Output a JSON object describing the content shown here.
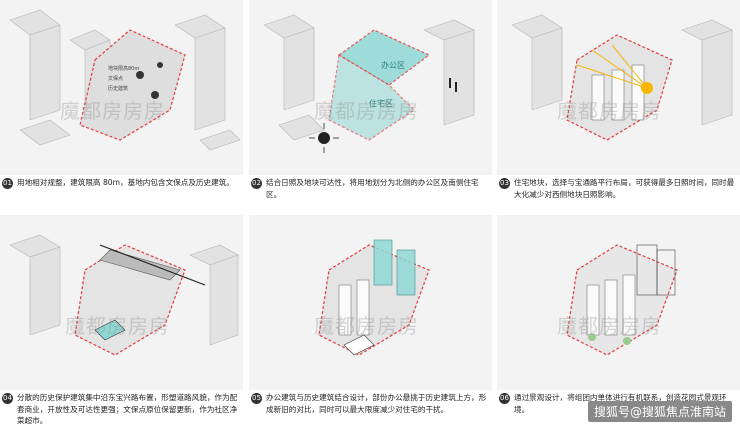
{
  "panels": [
    {
      "num": "01",
      "text": "用地相对规整，建筑限高 80m，基地内包含文保点及历史建筑。"
    },
    {
      "num": "02",
      "text": "结合日照及地块可达性，将用地划分为北侧的办公区及南侧住宅区。",
      "labels": {
        "office": "办公区",
        "residential": "住宅区"
      }
    },
    {
      "num": "03",
      "text": "住宅地块，选择与宝通路平行布局，可获得最多日照时间，同时最大化减少对西侧地块日照影响。"
    },
    {
      "num": "04",
      "text": "分散的历史保护建筑集中沿东宝兴路布置，形塑道路风貌，作为配套商业，开放性及可达性更强；文保点原位保留更新，作为社区净菜超市。"
    },
    {
      "num": "05",
      "text": "办公建筑与历史建筑结合设计，部份办公悬挑于历史建筑上方，形成新旧的对比，同时可以最大限度减少对住宅的干扰。"
    },
    {
      "num": "06",
      "text": "通过景观设计，将组团内单体进行有机联系，创造花园式景观环境。"
    }
  ],
  "watermark": "魔都房房房",
  "footer": "搜狐号@搜狐焦点淮南站",
  "colors": {
    "boundary": "#e23b3b",
    "office": "#7fd3d0",
    "sun": "#f7b500",
    "buildings": "#cfcfcf"
  }
}
